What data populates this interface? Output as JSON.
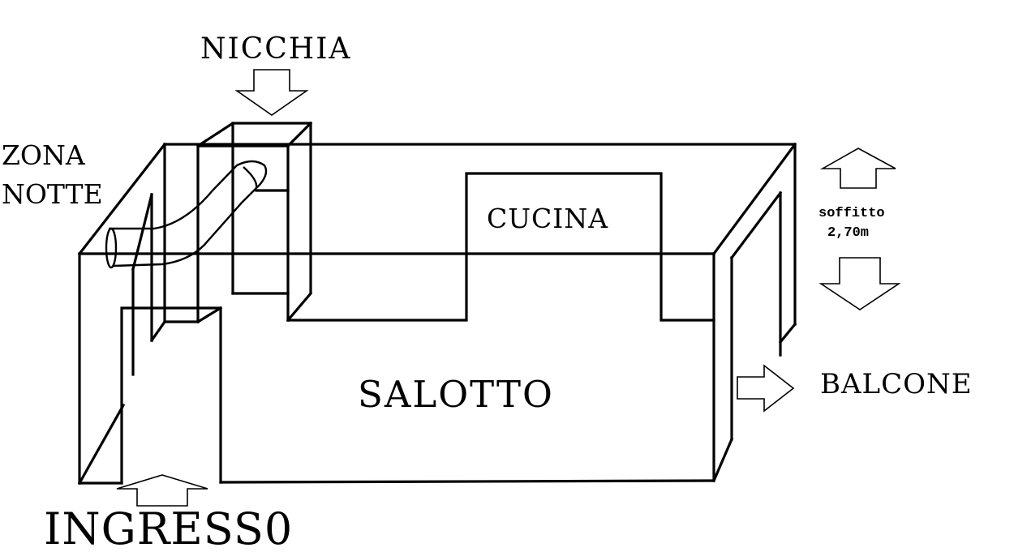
{
  "labels": {
    "niche": "NICCHIA",
    "night_zone_line1": "ZONA",
    "night_zone_line2": "NOTTE",
    "kitchen": "CUCINA",
    "ceiling_line1": "soffitto",
    "ceiling_line2": "2,70m",
    "living_room": "SALOTTO",
    "balcony": "BALCONE",
    "entrance": "INGRESS0"
  },
  "colors": {
    "stroke": "#000000",
    "background": "#ffffff"
  },
  "icons": [
    "arrow-down-icon",
    "arrow-up-icon",
    "arrow-right-icon"
  ]
}
